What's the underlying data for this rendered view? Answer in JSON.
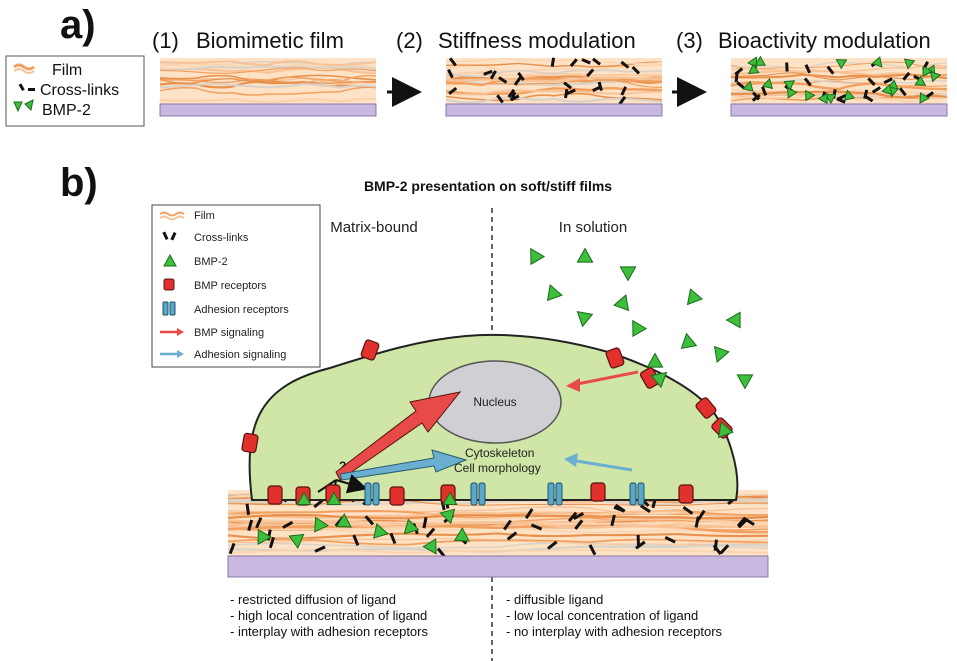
{
  "panel_a": {
    "letter": "a)",
    "steps": [
      {
        "number": "(1)",
        "title": "Biomimetic film"
      },
      {
        "number": "(2)",
        "title": "Stiffness modulation"
      },
      {
        "number": "(3)",
        "title": "Bioactivity modulation"
      }
    ],
    "legend": [
      "Film",
      "Cross-links",
      "BMP-2"
    ]
  },
  "panel_b": {
    "letter": "b)",
    "title": "BMP-2 presentation on soft/stiff films",
    "left_column": "Matrix-bound",
    "right_column": "In solution",
    "legend": [
      "Film",
      "Cross-links",
      "BMP-2",
      "BMP receptors",
      "Adhesion receptors",
      "BMP signaling",
      "Adhesion signaling"
    ],
    "nucleus": "Nucleus",
    "cytoskeleton": "Cytoskeleton",
    "cell_morphology": "Cell morphology",
    "question_mark": "?",
    "left_notes": [
      "- restricted diffusion of ligand",
      "- high local concentration of ligand",
      "- interplay with adhesion receptors"
    ],
    "right_notes": [
      "- diffusible ligand",
      "- low local concentration of ligand",
      "- no interplay with adhesion receptors"
    ]
  },
  "colors": {
    "film": "#f2b27a",
    "substrate": "#c9b8e0",
    "cell": "#cfe6a6",
    "bmp2": "#3cbf3c",
    "bmp_receptor": "#e2312c",
    "adhesion_receptor": "#5aa8c8",
    "bmp_signal": "#e84a4a",
    "adhesion_signal": "#6aaed0"
  }
}
